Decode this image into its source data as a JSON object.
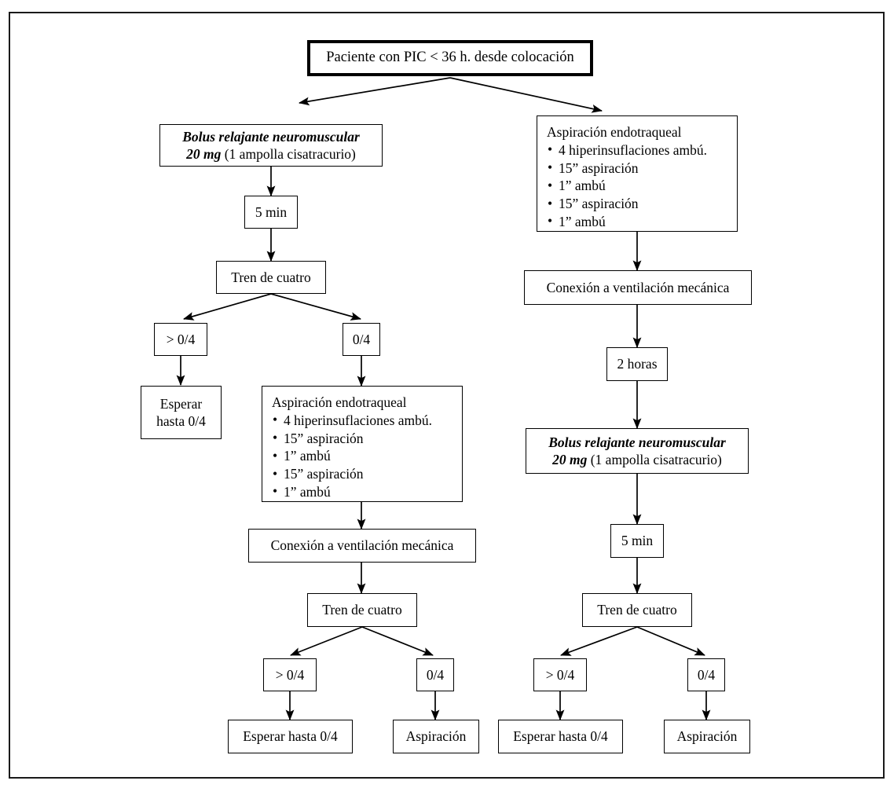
{
  "diagram": {
    "title": "Paciente con PIC < 36 h. desde colocación",
    "language": "es",
    "frame_color": "#1a1a1a",
    "background": "#ffffff"
  },
  "labels": {
    "bolus_line1": "Bolus relajante neuromuscular",
    "bolus_line2_italic": "20 mg",
    "bolus_line2_rest": " (1 ampolla cisatracurio)",
    "five_min": "5 min",
    "two_hours": "2 horas",
    "tren_de_cuatro": "Tren de cuatro",
    "gt_zero_four": "> 0/4",
    "zero_four": "0/4",
    "esperar_line1": "Esperar",
    "esperar_line2": "hasta 0/4",
    "esperar_hasta": "Esperar hasta 0/4",
    "aspiracion": "Aspiración",
    "conexion": "Conexión a ventilación mecánica",
    "aspiracion_endotraqueal_title": "Aspiración endotraqueal"
  },
  "aspiration_steps": [
    "4 hiperinsuflaciones ambú.",
    "15” aspiración",
    "1” ambú",
    "15” aspiración",
    "1” ambú"
  ],
  "chart_data": {
    "type": "flowchart",
    "title": "Paciente con PIC < 36 h. desde colocación",
    "nodes": [
      {
        "id": "root",
        "label": "Paciente con PIC < 36 h. desde colocación",
        "style": "thick-border"
      },
      {
        "id": "L-bolus",
        "label": "Bolus relajante neuromuscular 20 mg (1 ampolla cisatracurio)",
        "branch": "left"
      },
      {
        "id": "L-5min",
        "label": "5 min",
        "branch": "left"
      },
      {
        "id": "L-tren1",
        "label": "Tren de cuatro",
        "branch": "left"
      },
      {
        "id": "L-gt04",
        "label": "> 0/4",
        "branch": "left"
      },
      {
        "id": "L-04",
        "label": "0/4",
        "branch": "left"
      },
      {
        "id": "L-esperar",
        "label": "Esperar hasta 0/4",
        "branch": "left"
      },
      {
        "id": "L-asp",
        "label": "Aspiración endotraqueal",
        "branch": "left"
      },
      {
        "id": "L-conexion",
        "label": "Conexión a ventilación mecánica",
        "branch": "left"
      },
      {
        "id": "L-tren2",
        "label": "Tren de cuatro",
        "branch": "left"
      },
      {
        "id": "L-gt04b",
        "label": "> 0/4",
        "branch": "left"
      },
      {
        "id": "L-04b",
        "label": "0/4",
        "branch": "left"
      },
      {
        "id": "L-esperar2",
        "label": "Esperar hasta 0/4",
        "branch": "left"
      },
      {
        "id": "L-aspira2",
        "label": "Aspiración",
        "branch": "left"
      },
      {
        "id": "R-asp",
        "label": "Aspiración endotraqueal",
        "branch": "right"
      },
      {
        "id": "R-conexion",
        "label": "Conexión a ventilación mecánica",
        "branch": "right"
      },
      {
        "id": "R-2h",
        "label": "2 horas",
        "branch": "right"
      },
      {
        "id": "R-bolus",
        "label": "Bolus relajante neuromuscular 20 mg (1 ampolla cisatracurio)",
        "branch": "right"
      },
      {
        "id": "R-5min",
        "label": "5 min",
        "branch": "right"
      },
      {
        "id": "R-tren",
        "label": "Tren de cuatro",
        "branch": "right"
      },
      {
        "id": "R-gt04",
        "label": "> 0/4",
        "branch": "right"
      },
      {
        "id": "R-04",
        "label": "0/4",
        "branch": "right"
      },
      {
        "id": "R-esperar",
        "label": "Esperar hasta 0/4",
        "branch": "right"
      },
      {
        "id": "R-aspira",
        "label": "Aspiración",
        "branch": "right"
      }
    ],
    "edges": [
      {
        "from": "root",
        "to": "L-bolus"
      },
      {
        "from": "root",
        "to": "R-asp"
      },
      {
        "from": "L-bolus",
        "to": "L-5min"
      },
      {
        "from": "L-5min",
        "to": "L-tren1"
      },
      {
        "from": "L-tren1",
        "to": "L-gt04"
      },
      {
        "from": "L-tren1",
        "to": "L-04"
      },
      {
        "from": "L-gt04",
        "to": "L-esperar"
      },
      {
        "from": "L-04",
        "to": "L-asp"
      },
      {
        "from": "L-asp",
        "to": "L-conexion"
      },
      {
        "from": "L-conexion",
        "to": "L-tren2"
      },
      {
        "from": "L-tren2",
        "to": "L-gt04b"
      },
      {
        "from": "L-tren2",
        "to": "L-04b"
      },
      {
        "from": "L-gt04b",
        "to": "L-esperar2"
      },
      {
        "from": "L-04b",
        "to": "L-aspira2"
      },
      {
        "from": "R-asp",
        "to": "R-conexion"
      },
      {
        "from": "R-conexion",
        "to": "R-2h"
      },
      {
        "from": "R-2h",
        "to": "R-bolus"
      },
      {
        "from": "R-bolus",
        "to": "R-5min"
      },
      {
        "from": "R-5min",
        "to": "R-tren"
      },
      {
        "from": "R-tren",
        "to": "R-gt04"
      },
      {
        "from": "R-tren",
        "to": "R-04"
      },
      {
        "from": "R-gt04",
        "to": "R-esperar"
      },
      {
        "from": "R-04",
        "to": "R-aspira"
      }
    ]
  }
}
